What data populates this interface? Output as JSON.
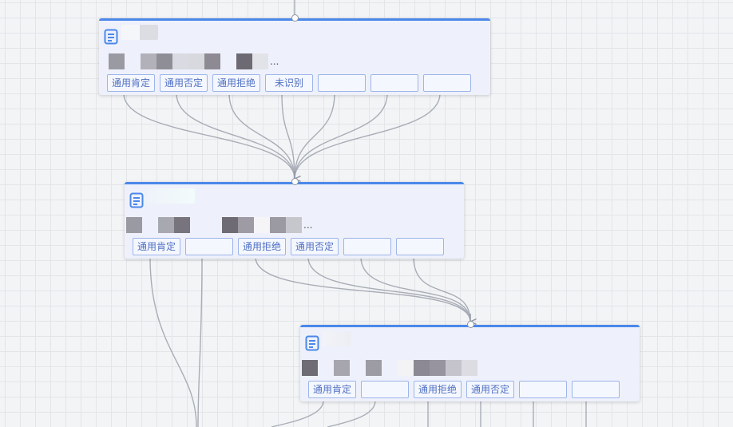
{
  "theme": {
    "accent": "#4a88ea",
    "edge_color": "#a8adb6",
    "node_bg": "#eef1fb",
    "branch_border": "#9db5ea",
    "branch_text": "#5070c4"
  },
  "icons": {
    "node": "document-icon"
  },
  "nodes": [
    {
      "id": "node-1",
      "content_suffix": "...",
      "branches": [
        {
          "label": "通用肯定"
        },
        {
          "label": "通用否定"
        },
        {
          "label": "通用拒绝"
        },
        {
          "label": "未识别"
        },
        {
          "label": ""
        },
        {
          "label": ""
        },
        {
          "label": ""
        }
      ]
    },
    {
      "id": "node-2",
      "content_suffix": "...",
      "branches": [
        {
          "label": "通用肯定"
        },
        {
          "label": ""
        },
        {
          "label": "通用拒绝"
        },
        {
          "label": "通用否定"
        },
        {
          "label": ""
        },
        {
          "label": ""
        }
      ]
    },
    {
      "id": "node-3",
      "content_suffix": "",
      "branches": [
        {
          "label": "通用肯定"
        },
        {
          "label": ""
        },
        {
          "label": "通用拒绝"
        },
        {
          "label": "通用否定"
        },
        {
          "label": ""
        },
        {
          "label": ""
        }
      ]
    }
  ]
}
